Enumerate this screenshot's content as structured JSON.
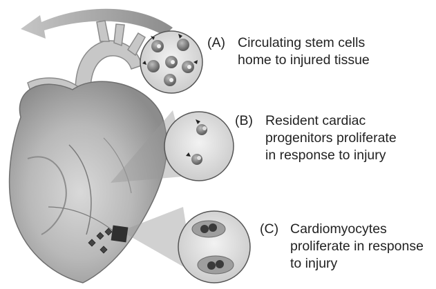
{
  "labels": [
    {
      "letter": "(A)",
      "lines": [
        "Circulating stem cells",
        "home to injured tissue"
      ]
    },
    {
      "letter": "(B)",
      "lines": [
        "Resident cardiac",
        "progenitors proliferate",
        "in response to injury"
      ]
    },
    {
      "letter": "(C)",
      "lines": [
        "Cardiomyocytes",
        "proliferate in response",
        "to injury"
      ]
    }
  ]
}
